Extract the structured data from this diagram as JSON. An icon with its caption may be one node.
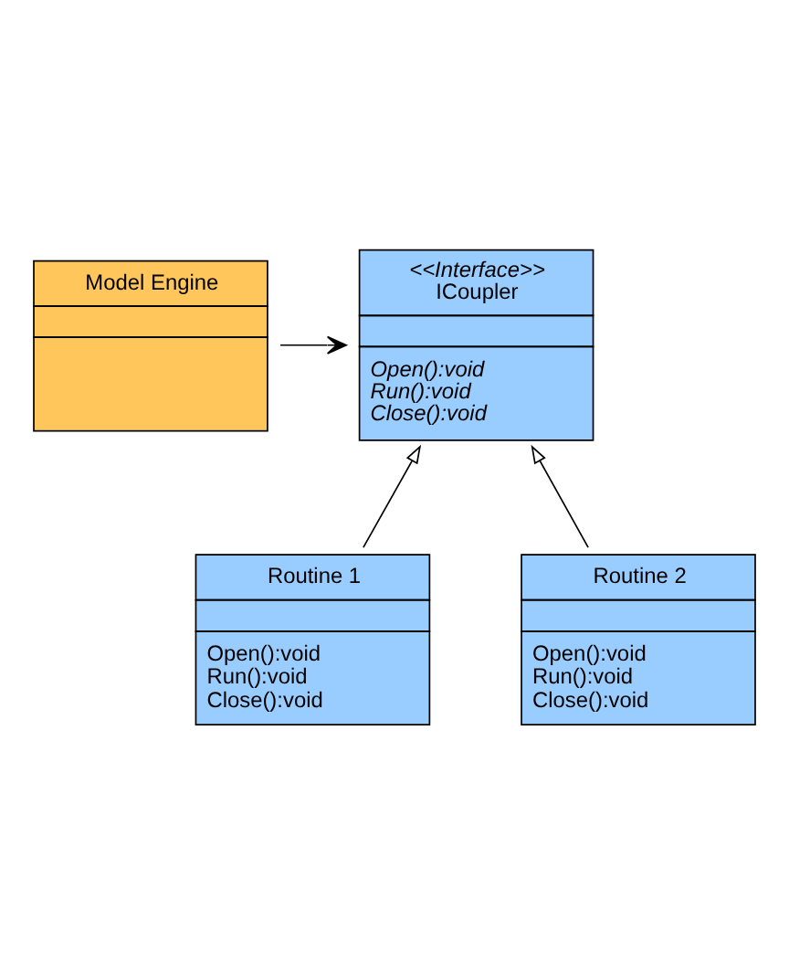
{
  "diagram": {
    "nodes": [
      {
        "text": [
          "Model Engine"
        ]
      },
      {
        "text": [
          "<<Interface>>",
          "ICoupler",
          "Open():void",
          "Run():void",
          "Close():void"
        ]
      },
      {
        "text": [
          "Routine 1",
          "Open():void",
          "Run():void",
          "Close():void"
        ]
      },
      {
        "text": [
          "Routine 2",
          "Open():void",
          "Run():void",
          "Close():void"
        ]
      }
    ],
    "edges": [
      {
        "from": 0,
        "to": 1,
        "arrow": "to"
      },
      {
        "from": 2,
        "to": 1,
        "arrow": "to"
      },
      {
        "from": 3,
        "to": 1,
        "arrow": "to"
      }
    ]
  }
}
